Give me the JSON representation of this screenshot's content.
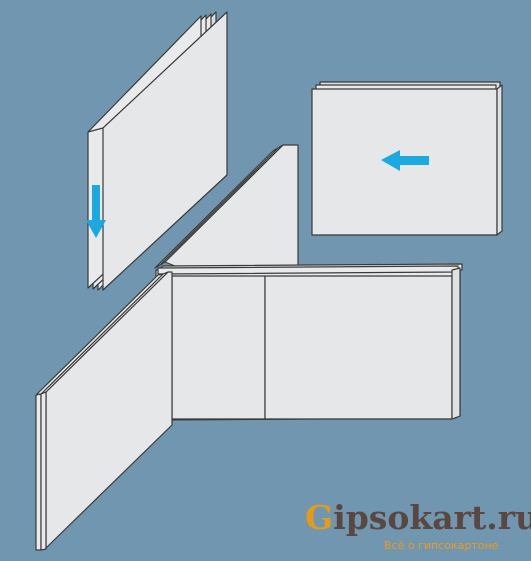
{
  "logo": {
    "first_letter": "G",
    "rest": "ipsokart.ru",
    "tagline": "Всё о гипсокартоне"
  },
  "colors": {
    "background": "#7096b0",
    "panel_face": "#e6e7e8",
    "panel_edge": "#c8cacb",
    "outline": "#3a3a3a",
    "arrow": "#1aa9e1",
    "logo_orange": "#e59b18",
    "logo_brown": "#5a4740"
  },
  "icons": {
    "arrow_down": "arrow-down-icon",
    "arrow_left": "arrow-left-icon"
  }
}
